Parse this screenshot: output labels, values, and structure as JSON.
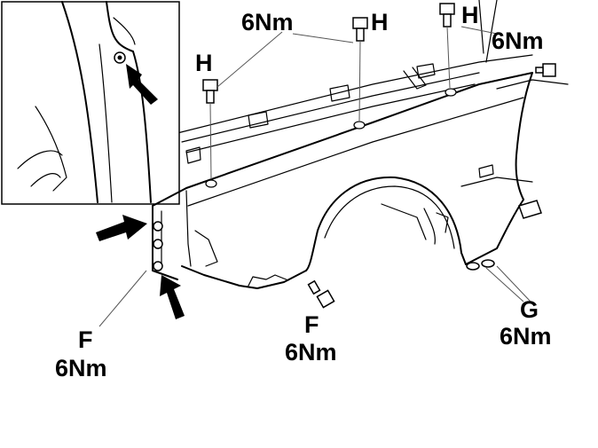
{
  "labels": {
    "torque_top_left": "6Nm",
    "h_top_center": "H",
    "h_top_right": "H",
    "torque_top_right": "6Nm",
    "h_left": "H",
    "f_left_letter": "F",
    "f_left_torque": "6Nm",
    "f_bottom_letter": "F",
    "f_bottom_torque": "6Nm",
    "g_letter": "G",
    "g_torque": "6Nm"
  },
  "colors": {
    "ink": "#000000",
    "background": "#ffffff"
  },
  "icons": [
    "bolt-icon",
    "arrow-icon"
  ]
}
